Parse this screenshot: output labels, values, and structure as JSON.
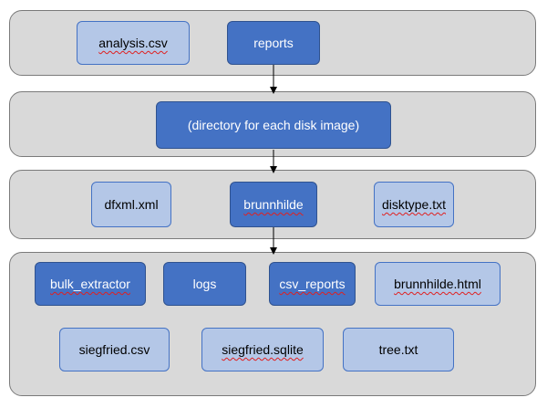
{
  "colors": {
    "row_fill": "#d9d9d9",
    "row_border": "#7a7a7a",
    "light_box": "#b4c7e7",
    "dark_box": "#4472c4",
    "spellcheck": "#e02020"
  },
  "rows": [
    {
      "boxes": [
        {
          "label": "analysis.csv",
          "style": "light",
          "spellcheck": true
        },
        {
          "label": "reports",
          "style": "dark",
          "spellcheck": false
        }
      ]
    },
    {
      "boxes": [
        {
          "label": "(directory for each disk image)",
          "style": "dark",
          "spellcheck": false
        }
      ]
    },
    {
      "boxes": [
        {
          "label": "dfxml.xml",
          "style": "light",
          "spellcheck": false
        },
        {
          "label": "brunnhilde",
          "style": "dark",
          "spellcheck": true
        },
        {
          "label": "disktype.txt",
          "style": "light",
          "spellcheck": true
        }
      ]
    },
    {
      "boxes": [
        {
          "label": "bulk_extractor",
          "style": "dark",
          "spellcheck": true
        },
        {
          "label": "logs",
          "style": "dark",
          "spellcheck": false
        },
        {
          "label": "csv_reports",
          "style": "dark",
          "spellcheck": true
        },
        {
          "label": "brunnhilde.html",
          "style": "light",
          "spellcheck": true
        },
        {
          "label": "siegfried.csv",
          "style": "light",
          "spellcheck": false
        },
        {
          "label": "siegfried.sqlite",
          "style": "light",
          "spellcheck": true
        },
        {
          "label": "tree.txt",
          "style": "light",
          "spellcheck": false
        }
      ]
    }
  ]
}
